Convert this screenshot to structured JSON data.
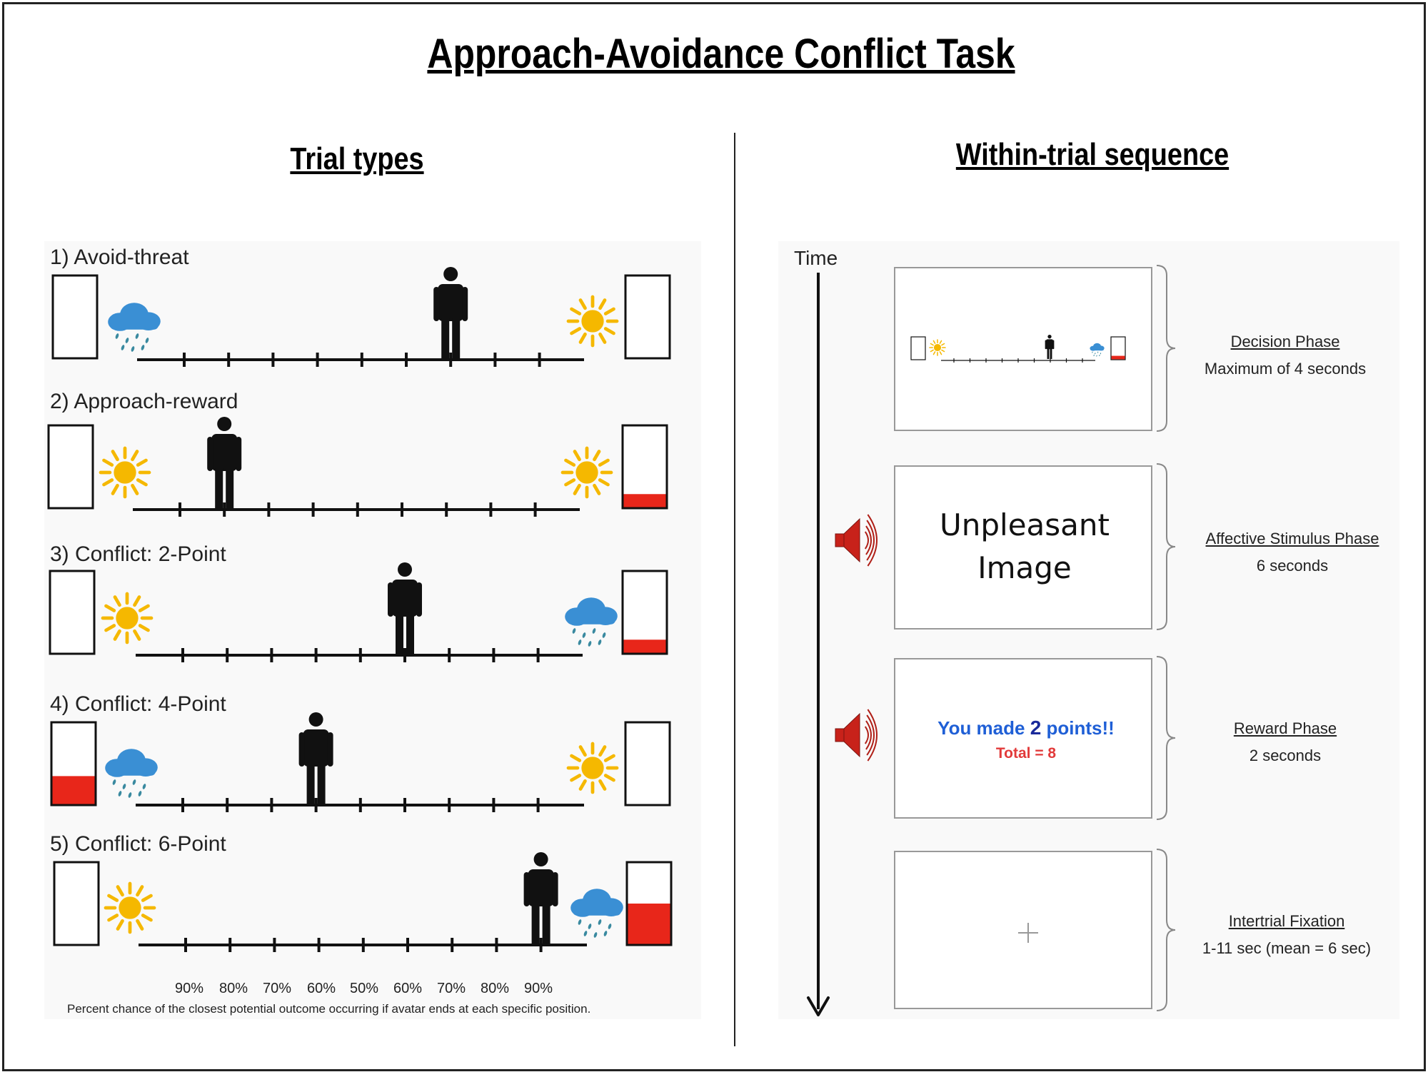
{
  "title": "Approach-Avoidance Conflict Task",
  "left_heading": "Trial types",
  "right_heading": "Within-trial sequence",
  "trials": [
    {
      "label": "1) Avoid-threat",
      "left_icon": "cloud-icon",
      "right_icon": "sun-icon",
      "left_bar_fill": 0,
      "right_bar_fill": 0,
      "avatar_tick": 7
    },
    {
      "label": "2) Approach-reward",
      "left_icon": "sun-icon",
      "right_icon": "sun-icon",
      "left_bar_fill": 0,
      "right_bar_fill": 0.17,
      "avatar_tick": 2
    },
    {
      "label": "3) Conflict: 2-Point",
      "left_icon": "sun-icon",
      "right_icon": "cloud-icon",
      "left_bar_fill": 0,
      "right_bar_fill": 0.17,
      "avatar_tick": 6
    },
    {
      "label": "4) Conflict: 4-Point",
      "left_icon": "cloud-icon",
      "right_icon": "sun-icon",
      "left_bar_fill": 0.35,
      "right_bar_fill": 0,
      "avatar_tick": 4
    },
    {
      "label": "5) Conflict: 6-Point",
      "left_icon": "sun-icon",
      "right_icon": "cloud-icon",
      "left_bar_fill": 0,
      "right_bar_fill": 0.5,
      "avatar_tick": 9
    }
  ],
  "percent_labels": [
    "90%",
    "80%",
    "70%",
    "60%",
    "50%",
    "60%",
    "70%",
    "80%",
    "90%"
  ],
  "footnote": "Percent chance of the closest potential outcome occurring if avatar ends at each specific position.",
  "time_label": "Time",
  "phases": [
    {
      "name": "Decision Phase",
      "duration": "Maximum of 4 seconds"
    },
    {
      "name": "Affective Stimulus Phase",
      "duration": "6 seconds"
    },
    {
      "name": "Reward Phase",
      "duration": "2  seconds"
    },
    {
      "name": "Intertrial Fixation",
      "duration": "1-11  sec (mean = 6 sec)"
    }
  ],
  "stimulus_text_line1": "Unpleasant",
  "stimulus_text_line2": "Image",
  "reward": {
    "prefix": "You made",
    "points": "2",
    "suffix": "points!!",
    "total_prefix": "Total =",
    "total_value": "8"
  },
  "colors": {
    "fill_red": "#e8261a",
    "sun": "#f5b800",
    "cloud": "#3a8fd4",
    "rain": "#3a8aa0",
    "reward_blue": "#1f5fd6",
    "total_red": "#e23a3a",
    "speaker_red": "#c8221a"
  }
}
